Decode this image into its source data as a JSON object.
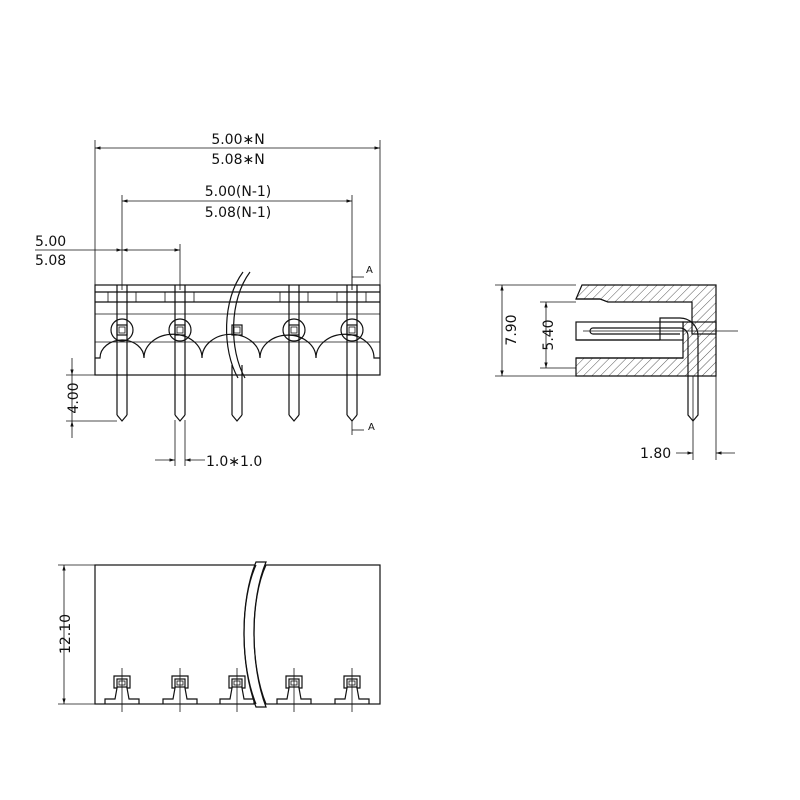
{
  "front_view": {
    "overall_width_1": "5.00∗N",
    "overall_width_2": "5.08∗N",
    "span_1": "5.00(N-1)",
    "span_2": "5.08(N-1)",
    "pitch_1": "5.00",
    "pitch_2": "5.08",
    "pin_length": "4.00",
    "pin_section": "1.0∗1.0",
    "section_mark_top": "A",
    "section_mark_bottom": "A"
  },
  "side_view": {
    "height": "7.90",
    "pin_height": "5.40",
    "pin_offset": "1.80"
  },
  "bottom_view": {
    "depth": "12.10"
  }
}
